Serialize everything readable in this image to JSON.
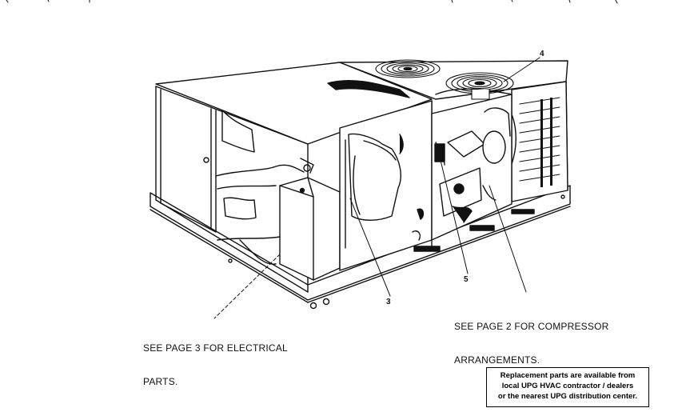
{
  "callouts": {
    "c3": "3",
    "c4": "4",
    "c5": "5"
  },
  "annotations": {
    "electrical_line1": "SEE PAGE 3 FOR ELECTRICAL",
    "electrical_line2": "PARTS.",
    "compressor_line1": "SEE PAGE 2 FOR COMPRESSOR",
    "compressor_line2": "ARRANGEMENTS."
  },
  "note": {
    "line1": "Replacement parts are available from",
    "line2": "local UPG HVAC contractor / dealers",
    "line3": "or the nearest UPG distribution center."
  },
  "colors": {
    "ink": "#111111",
    "background": "#ffffff"
  }
}
